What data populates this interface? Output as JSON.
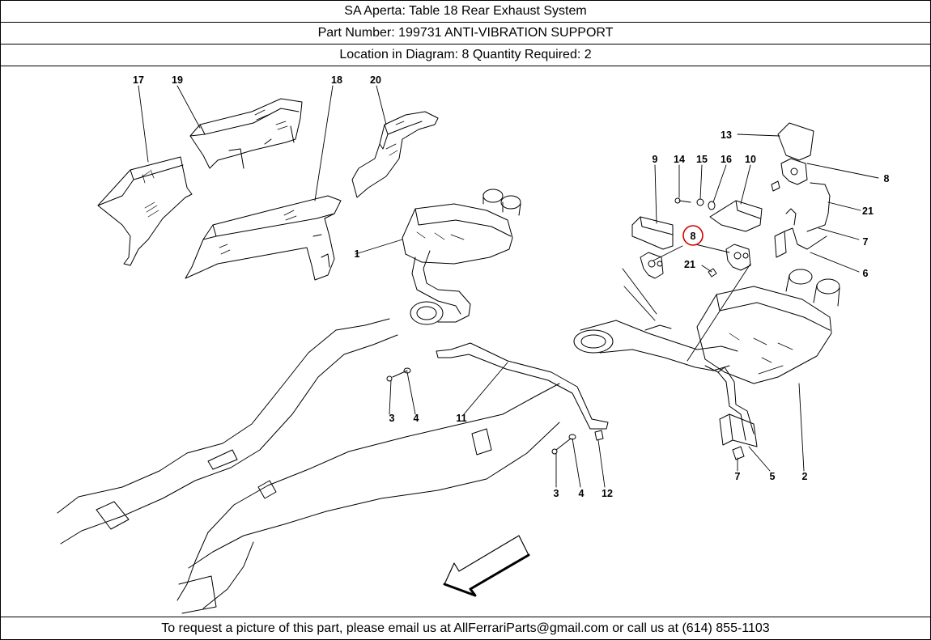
{
  "header": {
    "title": "SA Aperta:   Table 18 Rear Exhaust System",
    "part": "Part Number: 199731   ANTI-VIBRATION SUPPORT",
    "location": "Location in Diagram: 8   Quantity Required: 2"
  },
  "diagram": {
    "callouts": [
      "17",
      "19",
      "18",
      "20",
      "13",
      "8",
      "9",
      "14",
      "15",
      "16",
      "10",
      "21",
      "7",
      "6",
      "1",
      "8",
      "21",
      "3",
      "4",
      "11",
      "3",
      "4",
      "12",
      "7",
      "5",
      "2"
    ],
    "highlighted_callout": "8",
    "highlight_color": "#d40000"
  },
  "footer": {
    "text": "To request a picture of this part, please email us at AllFerrariParts@gmail.com or call us at (614) 855-1103"
  }
}
